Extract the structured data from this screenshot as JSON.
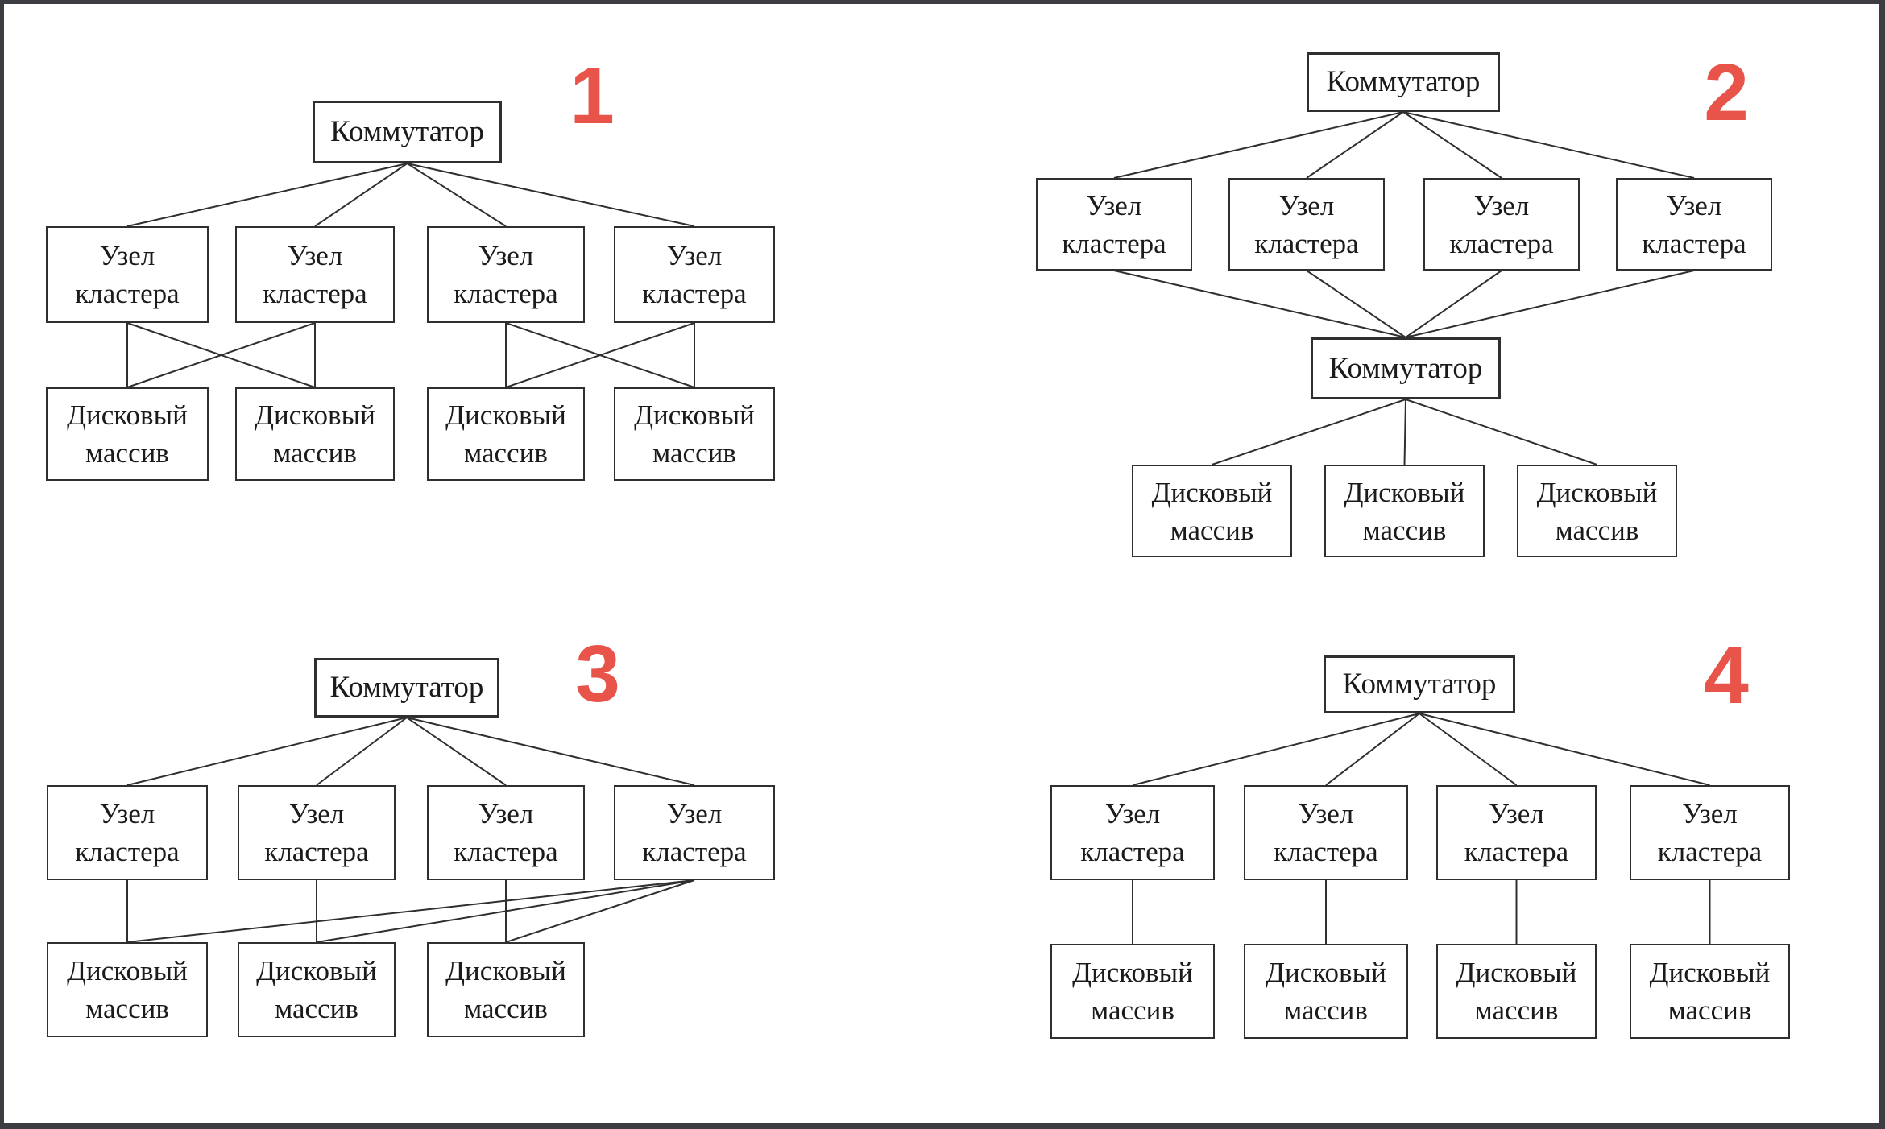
{
  "page": {
    "background": "#ffffff",
    "frame_color": "#3b3d41"
  },
  "colors": {
    "number": "#e8544a",
    "line": "#2f2f2f",
    "box_border": "#2f2f2f",
    "text": "#1b1b1b"
  },
  "labels": {
    "switch": "Коммутатор",
    "node_line1": "Узел",
    "node_line2": "кластера",
    "array_line1": "Дисковый",
    "array_line2": "массив"
  },
  "diagrams": [
    {
      "number": "1",
      "description": "switch to four cluster nodes; node pairs cross-connected to disk array pairs",
      "connections": [
        [
          "switch",
          "node1"
        ],
        [
          "switch",
          "node2"
        ],
        [
          "switch",
          "node3"
        ],
        [
          "switch",
          "node4"
        ],
        [
          "node1",
          "array1"
        ],
        [
          "node1",
          "array2"
        ],
        [
          "node2",
          "array1"
        ],
        [
          "node2",
          "array2"
        ],
        [
          "node3",
          "array3"
        ],
        [
          "node3",
          "array4"
        ],
        [
          "node4",
          "array3"
        ],
        [
          "node4",
          "array4"
        ]
      ]
    },
    {
      "number": "2",
      "description": "top switch to four cluster nodes; all nodes to second switch; second switch to three disk arrays",
      "connections": [
        [
          "switch-top",
          "node1"
        ],
        [
          "switch-top",
          "node2"
        ],
        [
          "switch-top",
          "node3"
        ],
        [
          "switch-top",
          "node4"
        ],
        [
          "node1",
          "switch-bottom"
        ],
        [
          "node2",
          "switch-bottom"
        ],
        [
          "node3",
          "switch-bottom"
        ],
        [
          "node4",
          "switch-bottom"
        ],
        [
          "switch-bottom",
          "array1"
        ],
        [
          "switch-bottom",
          "array2"
        ],
        [
          "switch-bottom",
          "array3"
        ]
      ]
    },
    {
      "number": "3",
      "description": "switch to four cluster nodes; nodes 1-3 to own disk arrays; node 4 to all three disk arrays",
      "connections": [
        [
          "switch",
          "node1"
        ],
        [
          "switch",
          "node2"
        ],
        [
          "switch",
          "node3"
        ],
        [
          "switch",
          "node4"
        ],
        [
          "node1",
          "array1"
        ],
        [
          "node2",
          "array2"
        ],
        [
          "node3",
          "array3"
        ],
        [
          "node4",
          "array1"
        ],
        [
          "node4",
          "array2"
        ],
        [
          "node4",
          "array3"
        ]
      ]
    },
    {
      "number": "4",
      "description": "switch to four cluster nodes; each node to its own disk array",
      "connections": [
        [
          "switch",
          "node1"
        ],
        [
          "switch",
          "node2"
        ],
        [
          "switch",
          "node3"
        ],
        [
          "switch",
          "node4"
        ],
        [
          "node1",
          "array1"
        ],
        [
          "node2",
          "array2"
        ],
        [
          "node3",
          "array3"
        ],
        [
          "node4",
          "array4"
        ]
      ]
    }
  ]
}
